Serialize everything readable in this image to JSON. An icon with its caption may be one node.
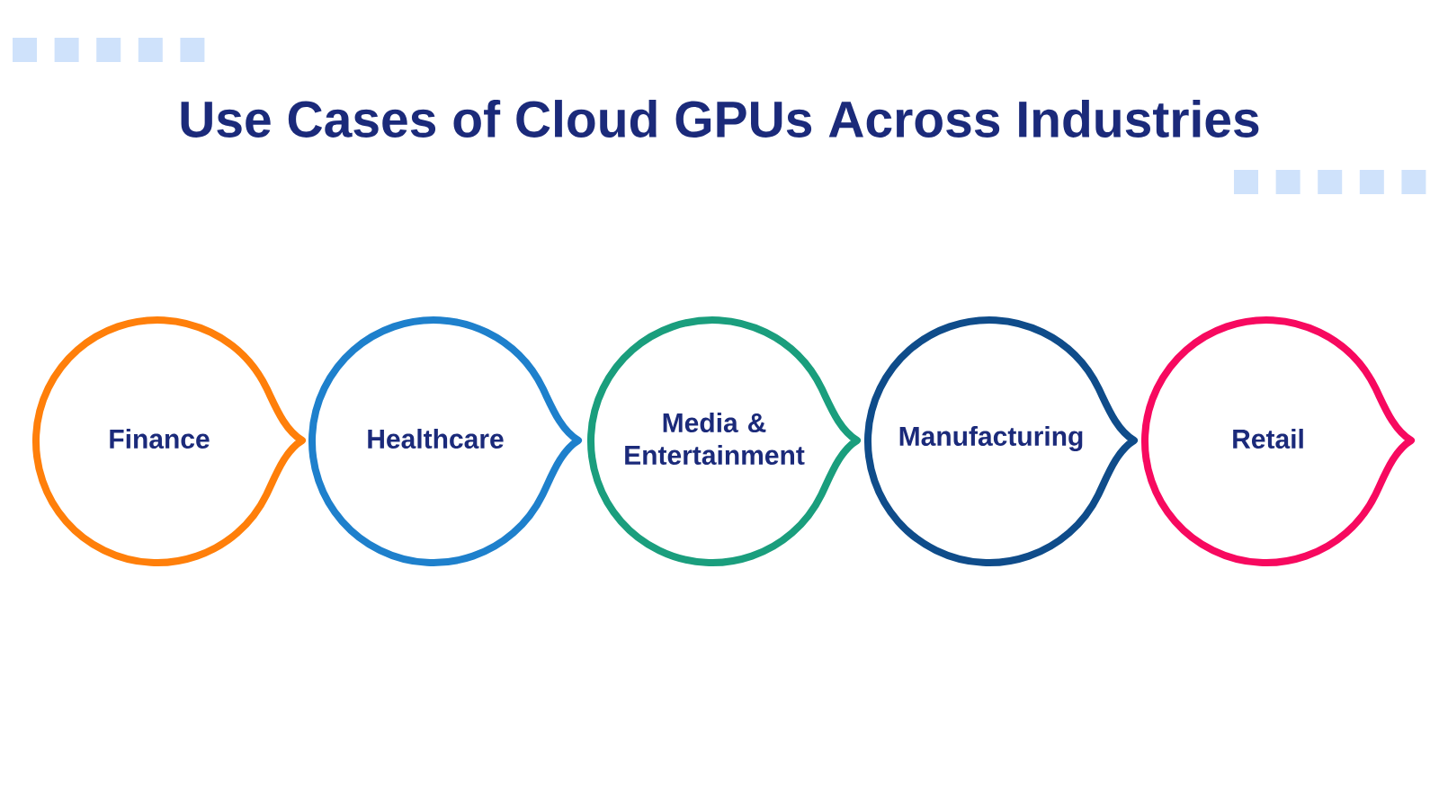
{
  "diagram": {
    "title": "Use Cases of Cloud GPUs Across Industries",
    "nodes": [
      {
        "text": [
          "Finance"
        ]
      },
      {
        "text": [
          "Healthcare"
        ]
      },
      {
        "text": [
          "Media & Entertainment"
        ]
      },
      {
        "text": [
          "Manufacturing"
        ]
      },
      {
        "text": [
          "Retail"
        ]
      }
    ]
  }
}
